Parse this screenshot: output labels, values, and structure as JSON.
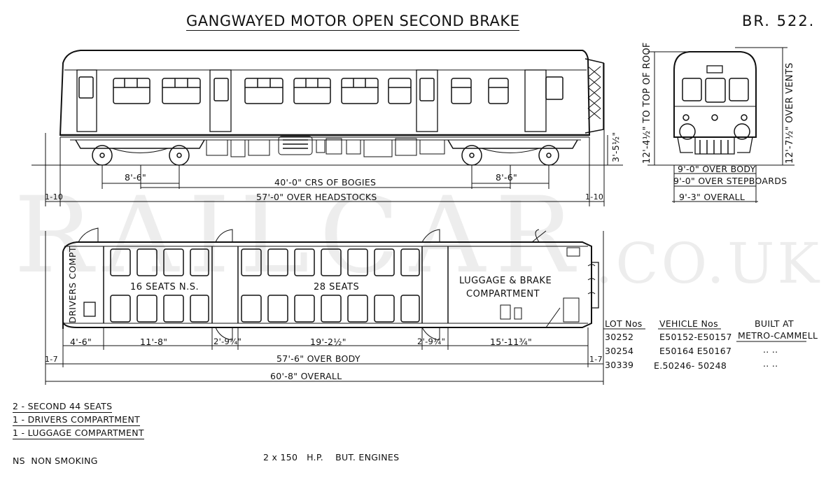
{
  "title": "GANGWAYED MOTOR OPEN SECOND BRAKE",
  "diagram_ref": "BR. 522.",
  "watermark": {
    "main": "RAILCAR",
    "suffix": ".CO.UK"
  },
  "side_elevation": {
    "bogie_wheelbase_left": "8'-6\"",
    "bogie_wheelbase_right": "8'-6\"",
    "bogie_centres": "40'-0\" CRS OF BOGIES",
    "over_headstocks": "57'-0\" OVER HEADSTOCKS",
    "overhang_left": "1-10",
    "overhang_right": "1-10",
    "floor_height": "3'-5½\""
  },
  "end_elevation": {
    "height_roof": "12'-4½\" TO TOP OF ROOF",
    "height_vents": "12'-7½\" OVER VENTS",
    "width_body": "9'-0\" OVER BODY",
    "width_stepboards": "9'-0\" OVER STEPBOARDS",
    "width_overall": "9'-3\" OVERALL"
  },
  "plan": {
    "drivers_label": "DRIVERS COMPT",
    "section1_label": "16 SEATS N.S.",
    "section2_label": "28 SEATS",
    "luggage_label_line1": "LUGGAGE & BRAKE",
    "luggage_label_line2": "COMPARTMENT",
    "dims": {
      "drivers": "4'-6\"",
      "saloon1": "11'-8\"",
      "vestibule1": "2'-9¾\"",
      "saloon2": "19'-2½\"",
      "vestibule2": "2'-9¾\"",
      "luggage": "15'-11¾\""
    },
    "end_left": "1-7",
    "end_right": "1-7",
    "over_body": "57'-6\" OVER BODY",
    "overall": "60'-8\" OVERALL"
  },
  "lot_table": {
    "headers": [
      "LOT Nos",
      "VEHICLE Nos",
      "BUILT AT"
    ],
    "header_built_line2": "METRO-CAMMELL",
    "rows": [
      {
        "lot": "30252",
        "vehicles": "E50152-E50157",
        "built": ""
      },
      {
        "lot": "30254",
        "vehicles": "E50164 E50167",
        "built": "..  .."
      },
      {
        "lot": "30339",
        "vehicles": "E.50246- 50248",
        "built": "..  .."
      }
    ]
  },
  "notes": [
    "2 - SECOND 44 SEATS",
    "1 - DRIVERS COMPARTMENT",
    "1 - LUGGAGE COMPARTMENT"
  ],
  "legend_ns": "NS  NON SMOKING",
  "engines": "2 x 150   H.P.    BUT. ENGINES"
}
